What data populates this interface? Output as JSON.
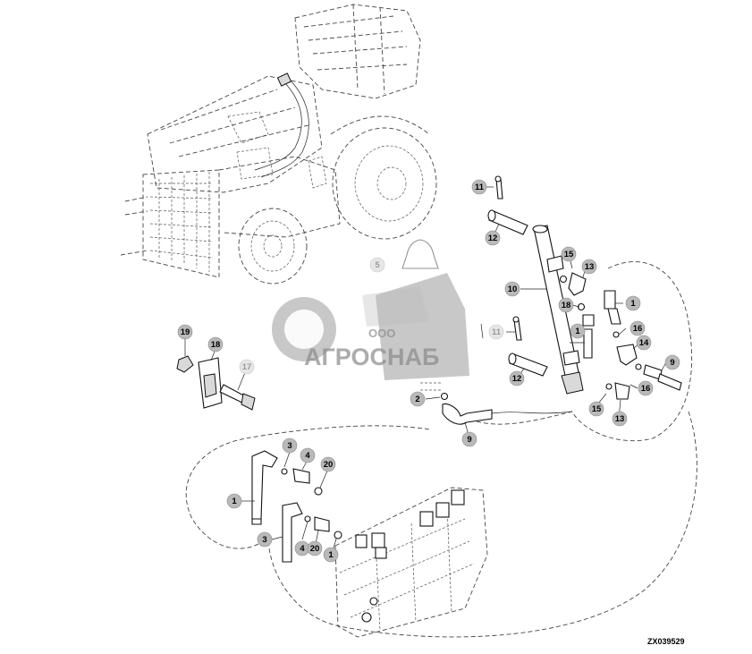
{
  "diagram": {
    "drawing_number": "ZX039529",
    "watermark": {
      "small": "ООО",
      "large": "АГРОСНАБ"
    },
    "callouts": [
      {
        "label": "11"
      },
      {
        "label": "12"
      },
      {
        "label": "10"
      },
      {
        "label": "15"
      },
      {
        "label": "13"
      },
      {
        "label": "18"
      },
      {
        "label": "1"
      },
      {
        "label": "16"
      },
      {
        "label": "14"
      },
      {
        "label": "9"
      },
      {
        "label": "11"
      },
      {
        "label": "1"
      },
      {
        "label": "12"
      },
      {
        "label": "16"
      },
      {
        "label": "2"
      },
      {
        "label": "15"
      },
      {
        "label": "13"
      },
      {
        "label": "9"
      },
      {
        "label": "19"
      },
      {
        "label": "18"
      },
      {
        "label": "17"
      },
      {
        "label": "3"
      },
      {
        "label": "4"
      },
      {
        "label": "20"
      },
      {
        "label": "1"
      },
      {
        "label": "3"
      },
      {
        "label": "4"
      },
      {
        "label": "20"
      },
      {
        "label": "1"
      },
      {
        "label": "5"
      }
    ]
  }
}
